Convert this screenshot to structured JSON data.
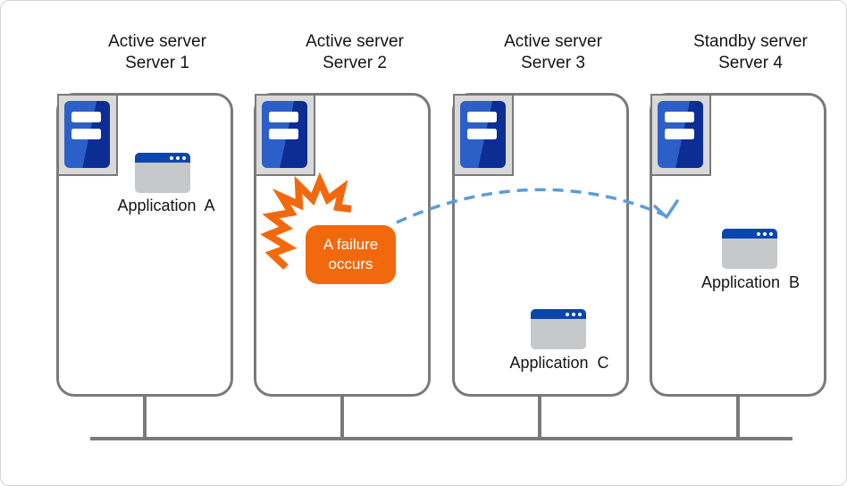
{
  "servers": [
    {
      "role": "Active server",
      "name": "Server 1",
      "application": "Application  A"
    },
    {
      "role": "Active server",
      "name": "Server 2",
      "application": null
    },
    {
      "role": "Active server",
      "name": "Server 3",
      "application": "Application  C"
    },
    {
      "role": "Standby server",
      "name": "Server 4",
      "application": "Application  B"
    }
  ],
  "failure": {
    "label": "A failure occurs"
  },
  "icons": {
    "server": "server-tower-icon",
    "application": "app-window-icon",
    "burst": "failure-burst-icon",
    "arrow": "failover-arrow"
  },
  "colors": {
    "line_gray": "#7a7a7a",
    "icon_frame_bg": "#d9d9d9",
    "server_blue_light": "#2d5fc8",
    "server_blue_dark": "#0b2d94",
    "window_titlebar_blue": "#0a46ad",
    "window_body_gray": "#c7c8ca",
    "failure_orange": "#f2690d",
    "arrow_blue": "#5c9cd6"
  }
}
